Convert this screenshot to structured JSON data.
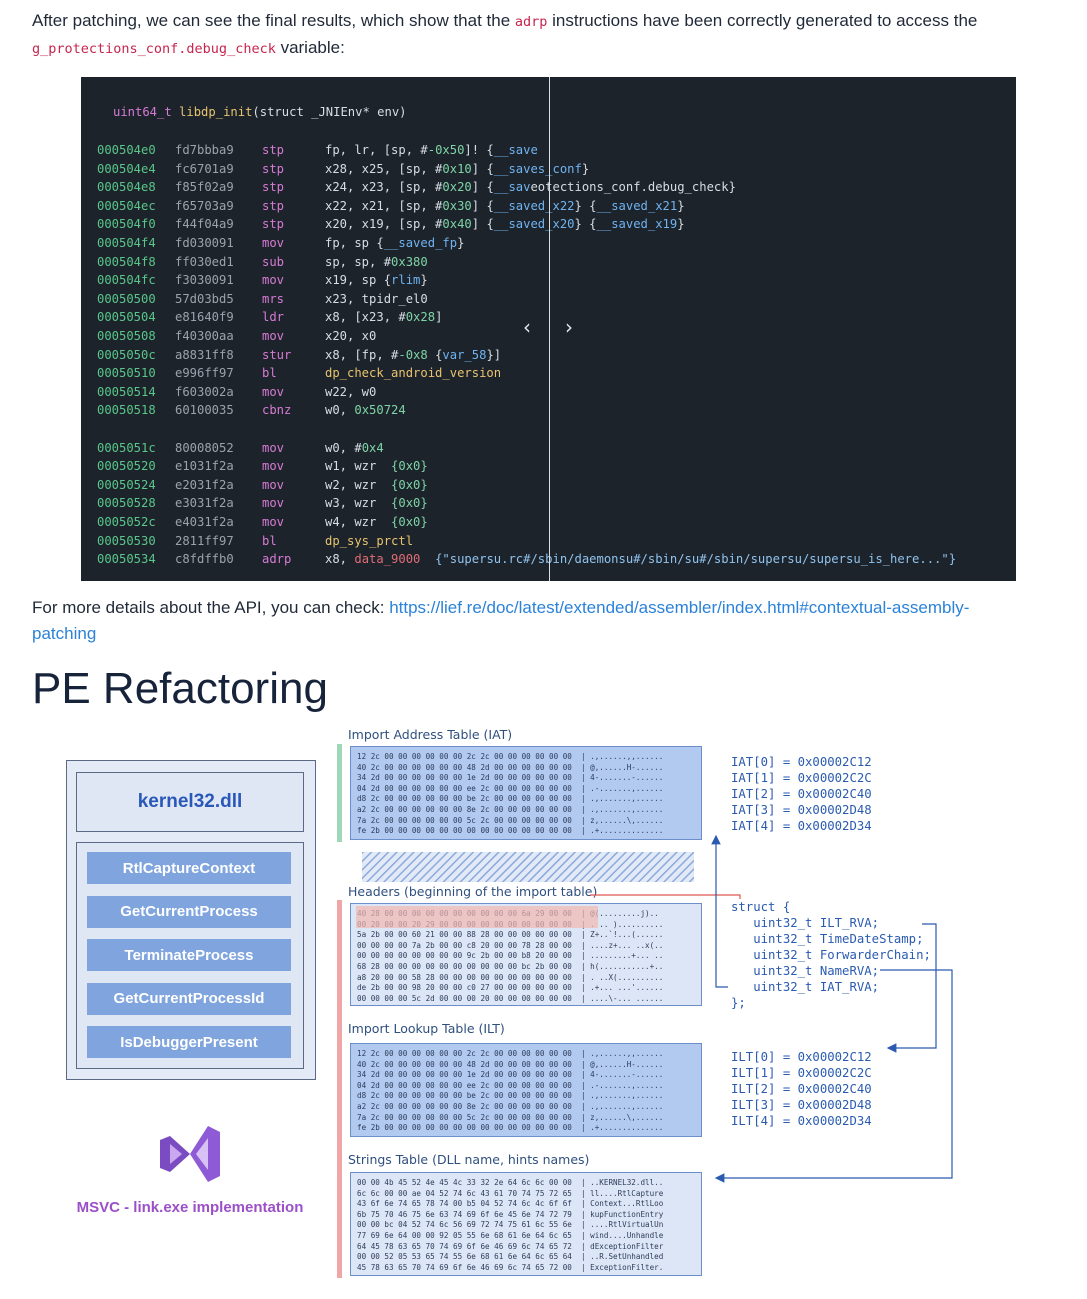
{
  "intro": {
    "t1": "After patching, we can see the final results, which show that the ",
    "c1": "adrp",
    "t2": " instructions have been correctly generated to access the",
    "c2": "g_protections_conf.debug_check",
    "t3": " variable:"
  },
  "code": {
    "func_type": "uint64_t",
    "func_name": "libdp_init",
    "func_args_a": "(struct _JNIEnv* env)",
    "rows": [
      {
        "addr": "000504e0",
        "hex": "fd7bbba9",
        "mn": "stp",
        "ops": [
          [
            "fp, lr, [sp, #",
            "t"
          ],
          [
            "-0x50",
            "n"
          ],
          [
            "]! {",
            "t"
          ],
          [
            "__save",
            "s"
          ]
        ]
      },
      {
        "addr": "000504e4",
        "hex": "fc6701a9",
        "mn": "stp",
        "ops": [
          [
            "x28, x25, [sp, #",
            "t"
          ],
          [
            "0x10",
            "n"
          ],
          [
            "] {",
            "t"
          ],
          [
            "__saves_conf",
            "s"
          ],
          [
            "}",
            "t"
          ]
        ]
      },
      {
        "addr": "000504e8",
        "hex": "f85f02a9",
        "mn": "stp",
        "ops": [
          [
            "x24, x23, [sp, #",
            "t"
          ],
          [
            "0x20",
            "n"
          ],
          [
            "] {",
            "t"
          ],
          [
            "__sav",
            "s"
          ],
          [
            "eotections_conf.debug_check}",
            "t"
          ]
        ]
      },
      {
        "addr": "000504ec",
        "hex": "f65703a9",
        "mn": "stp",
        "ops": [
          [
            "x22, x21, [sp, #",
            "t"
          ],
          [
            "0x30",
            "n"
          ],
          [
            "] {",
            "t"
          ],
          [
            "__saved_x22",
            "s"
          ],
          [
            "} {",
            "t"
          ],
          [
            "__saved_x21",
            "s"
          ],
          [
            "}",
            "t"
          ]
        ]
      },
      {
        "addr": "000504f0",
        "hex": "f44f04a9",
        "mn": "stp",
        "ops": [
          [
            "x20, x19, [sp, #",
            "t"
          ],
          [
            "0x40",
            "n"
          ],
          [
            "] {",
            "t"
          ],
          [
            "__saved_x20",
            "s"
          ],
          [
            "} {",
            "t"
          ],
          [
            "__saved_x19",
            "s"
          ],
          [
            "}",
            "t"
          ]
        ]
      },
      {
        "addr": "000504f4",
        "hex": "fd030091",
        "mn": "mov",
        "ops": [
          [
            "fp, sp {",
            "t"
          ],
          [
            "__saved_fp",
            "s"
          ],
          [
            "}",
            "t"
          ]
        ]
      },
      {
        "addr": "000504f8",
        "hex": "ff030ed1",
        "mn": "sub",
        "ops": [
          [
            "sp, sp, #",
            "t"
          ],
          [
            "0x380",
            "n"
          ]
        ]
      },
      {
        "addr": "000504fc",
        "hex": "f3030091",
        "mn": "mov",
        "ops": [
          [
            "x19, sp {",
            "t"
          ],
          [
            "rlim",
            "s"
          ],
          [
            "}",
            "t"
          ]
        ]
      },
      {
        "addr": "00050500",
        "hex": "57d03bd5",
        "mn": "mrs",
        "ops": [
          [
            "x23, tpidr_el0",
            "t"
          ]
        ]
      },
      {
        "addr": "00050504",
        "hex": "e81640f9",
        "mn": "ldr",
        "ops": [
          [
            "x8, [x23, #",
            "t"
          ],
          [
            "0x28",
            "n"
          ],
          [
            "]",
            "t"
          ]
        ]
      },
      {
        "addr": "00050508",
        "hex": "f40300aa",
        "mn": "mov",
        "ops": [
          [
            "x20, x0",
            "t"
          ]
        ]
      },
      {
        "addr": "0005050c",
        "hex": "a8831ff8",
        "mn": "stur",
        "ops": [
          [
            "x8, [fp, #",
            "t"
          ],
          [
            "-0x8",
            "n"
          ],
          [
            " {",
            "t"
          ],
          [
            "var_58",
            "s"
          ],
          [
            "}]",
            "t"
          ]
        ]
      },
      {
        "addr": "00050510",
        "hex": "e996ff97",
        "mn": "bl",
        "ops": [
          [
            "dp_check_android_version",
            "f"
          ]
        ]
      },
      {
        "addr": "00050514",
        "hex": "f603002a",
        "mn": "mov",
        "ops": [
          [
            "w22, w0",
            "t"
          ]
        ]
      },
      {
        "addr": "00050518",
        "hex": "60100035",
        "mn": "cbnz",
        "ops": [
          [
            "w0, ",
            "t"
          ],
          [
            "0x50724",
            "n"
          ]
        ]
      },
      {
        "addr": "0005051c",
        "hex": "80008052",
        "mn": "mov",
        "ops": [
          [
            "w0, #",
            "t"
          ],
          [
            "0x4",
            "n"
          ]
        ]
      },
      {
        "addr": "00050520",
        "hex": "e1031f2a",
        "mn": "mov",
        "ops": [
          [
            "w1, wzr  ",
            "t"
          ],
          [
            "{0x0}",
            "n"
          ]
        ]
      },
      {
        "addr": "00050524",
        "hex": "e2031f2a",
        "mn": "mov",
        "ops": [
          [
            "w2, wzr  ",
            "t"
          ],
          [
            "{0x0}",
            "n"
          ]
        ]
      },
      {
        "addr": "00050528",
        "hex": "e3031f2a",
        "mn": "mov",
        "ops": [
          [
            "w3, wzr  ",
            "t"
          ],
          [
            "{0x0}",
            "n"
          ]
        ]
      },
      {
        "addr": "0005052c",
        "hex": "e4031f2a",
        "mn": "mov",
        "ops": [
          [
            "w4, wzr  ",
            "t"
          ],
          [
            "{0x0}",
            "n"
          ]
        ]
      },
      {
        "addr": "00050530",
        "hex": "2811ff97",
        "mn": "bl",
        "ops": [
          [
            "dp_sys_prctl",
            "f"
          ]
        ]
      },
      {
        "addr": "00050534",
        "hex": "c8fdffb0",
        "mn": "adrp",
        "ops": [
          [
            "x8, ",
            "t"
          ],
          [
            "data_9000",
            "v"
          ],
          [
            "  {\"supersu.rc#/sbin/daemonsu#/sbin/su#/sbin/supersu/supersu_is_here...\"}",
            "str"
          ]
        ]
      }
    ],
    "nav_prev": "‹",
    "nav_next": "›"
  },
  "details": {
    "text": "For more details about the API, you can check: ",
    "link1": "https://lief.re/doc/latest/extended/assembler/index.html#contextual-assembly-",
    "link2": "patching"
  },
  "heading": "PE Refactoring",
  "diagram": {
    "dll_name": "kernel32.dll",
    "functions": [
      "RtlCaptureContext",
      "GetCurrentProcess",
      "TerminateProcess",
      "GetCurrentProcessId",
      "IsDebuggerPresent"
    ],
    "msvc_label": "MSVC - link.exe implementation",
    "iat_title": "Import Address Table (IAT)",
    "headers_title": "Headers (beginning of the import table)",
    "ilt_title": "Import Lookup Table (ILT)",
    "strings_title": "Strings Table (DLL name, hints names)",
    "iat_lines": [
      "12 2c 00 00 00 00 00 00 2c 2c 00 00 00 00 00 00  | .,......,,......",
      "40 2c 00 00 00 00 00 00 48 2d 00 00 00 00 00 00  | @,......H-......",
      "34 2d 00 00 00 00 00 00 1e 2d 00 00 00 00 00 00  | 4-.......-......",
      "04 2d 00 00 00 00 00 00 ee 2c 00 00 00 00 00 00  | .-.......,......",
      "d8 2c 00 00 00 00 00 00 be 2c 00 00 00 00 00 00  | .,.......,......",
      "a2 2c 00 00 00 00 00 00 8e 2c 00 00 00 00 00 00  | .,.......,......",
      "7a 2c 00 00 00 00 00 00 5c 2c 00 00 00 00 00 00  | z,......\\,......",
      "fe 2b 00 00 00 00 00 00 00 00 00 00 00 00 00 00  | .+.............."
    ],
    "headers_lines": [
      "40 28 00 00 00 00 00 00 00 00 00 00 6a 29 00 00  | @(.........j)..",
      "00 20 00 00 20 29 00 00 00 00 00 00 00 00 00 00  | . .. )..........",
      "5a 2b 00 00 60 21 00 00 88 28 00 00 00 00 00 00  | Z+..`!...(......",
      "00 00 00 00 7a 2b 00 00 c8 20 00 00 78 28 00 00  | ....z+... ..x(..",
      "00 00 00 00 00 00 00 00 9c 2b 00 00 b8 20 00 00  | .........+... ..",
      "68 28 00 00 00 00 00 00 00 00 00 00 bc 2b 00 00  | h(...........+..",
      "a8 20 00 00 58 28 00 00 00 00 00 00 00 00 00 00  | . ..X(..........",
      "de 2b 00 00 98 20 00 00 c0 27 00 00 00 00 00 00  | .+... ...'......",
      "00 00 00 00 5c 2d 00 00 00 20 00 00 00 00 00 00  | ....\\-... ......"
    ],
    "ilt_lines": [
      "12 2c 00 00 00 00 00 00 2c 2c 00 00 00 00 00 00  | .,......,,......",
      "40 2c 00 00 00 00 00 00 48 2d 00 00 00 00 00 00  | @,......H-......",
      "34 2d 00 00 00 00 00 00 1e 2d 00 00 00 00 00 00  | 4-.......-......",
      "04 2d 00 00 00 00 00 00 ee 2c 00 00 00 00 00 00  | .-.......,......",
      "d8 2c 00 00 00 00 00 00 be 2c 00 00 00 00 00 00  | .,.......,......",
      "a2 2c 00 00 00 00 00 00 8e 2c 00 00 00 00 00 00  | .,.......,......",
      "7a 2c 00 00 00 00 00 00 5c 2c 00 00 00 00 00 00  | z,......\\,......",
      "fe 2b 00 00 00 00 00 00 00 00 00 00 00 00 00 00  | .+.............."
    ],
    "strings_lines": [
      "00 00 4b 45 52 4e 45 4c 33 32 2e 64 6c 6c 00 00  | ..KERNEL32.dll..",
      "6c 6c 00 00 ae 04 52 74 6c 43 61 70 74 75 72 65  | ll....RtlCapture",
      "43 6f 6e 74 65 78 74 00 b5 04 52 74 6c 4c 6f 6f  | Context...RtlLoo",
      "6b 75 70 46 75 6e 63 74 69 6f 6e 45 6e 74 72 79  | kupFunctionEntry",
      "00 00 bc 04 52 74 6c 56 69 72 74 75 61 6c 55 6e  | ....RtlVirtualUn",
      "77 69 6e 64 00 00 92 05 55 6e 68 61 6e 64 6c 65  | wind....Unhandle",
      "64 45 78 63 65 70 74 69 6f 6e 46 69 6c 74 65 72  | dExceptionFilter",
      "00 00 52 05 53 65 74 55 6e 68 61 6e 64 6c 65 64  | ..R.SetUnhandled",
      "45 78 63 65 70 74 69 6f 6e 46 69 6c 74 65 72 00  | ExceptionFilter."
    ],
    "iat_values": [
      "IAT[0] = 0x00002C12",
      "IAT[1] = 0x00002C2C",
      "IAT[2] = 0x00002C40",
      "IAT[3] = 0x00002D48",
      "IAT[4] = 0x00002D34"
    ],
    "ilt_values": [
      "ILT[0] = 0x00002C12",
      "ILT[1] = 0x00002C2C",
      "ILT[2] = 0x00002C40",
      "ILT[3] = 0x00002D48",
      "ILT[4] = 0x00002D34"
    ],
    "struct_lines": [
      "struct {",
      "   uint32_t ILT_RVA;",
      "   uint32_t TimeDateStamp;",
      "   uint32_t ForwarderChain;",
      "   uint32_t NameRVA;",
      "   uint32_t IAT_RVA;",
      "};"
    ],
    "colors": {
      "accent_blue": "#2a5bb0",
      "hex_fill": "#b3caf0",
      "iat_bar": "#9fd8b8",
      "import_bar": "#f0a6a6",
      "msvc_purple": "#9b4fc8",
      "arrow_red": "#e0574f"
    }
  }
}
